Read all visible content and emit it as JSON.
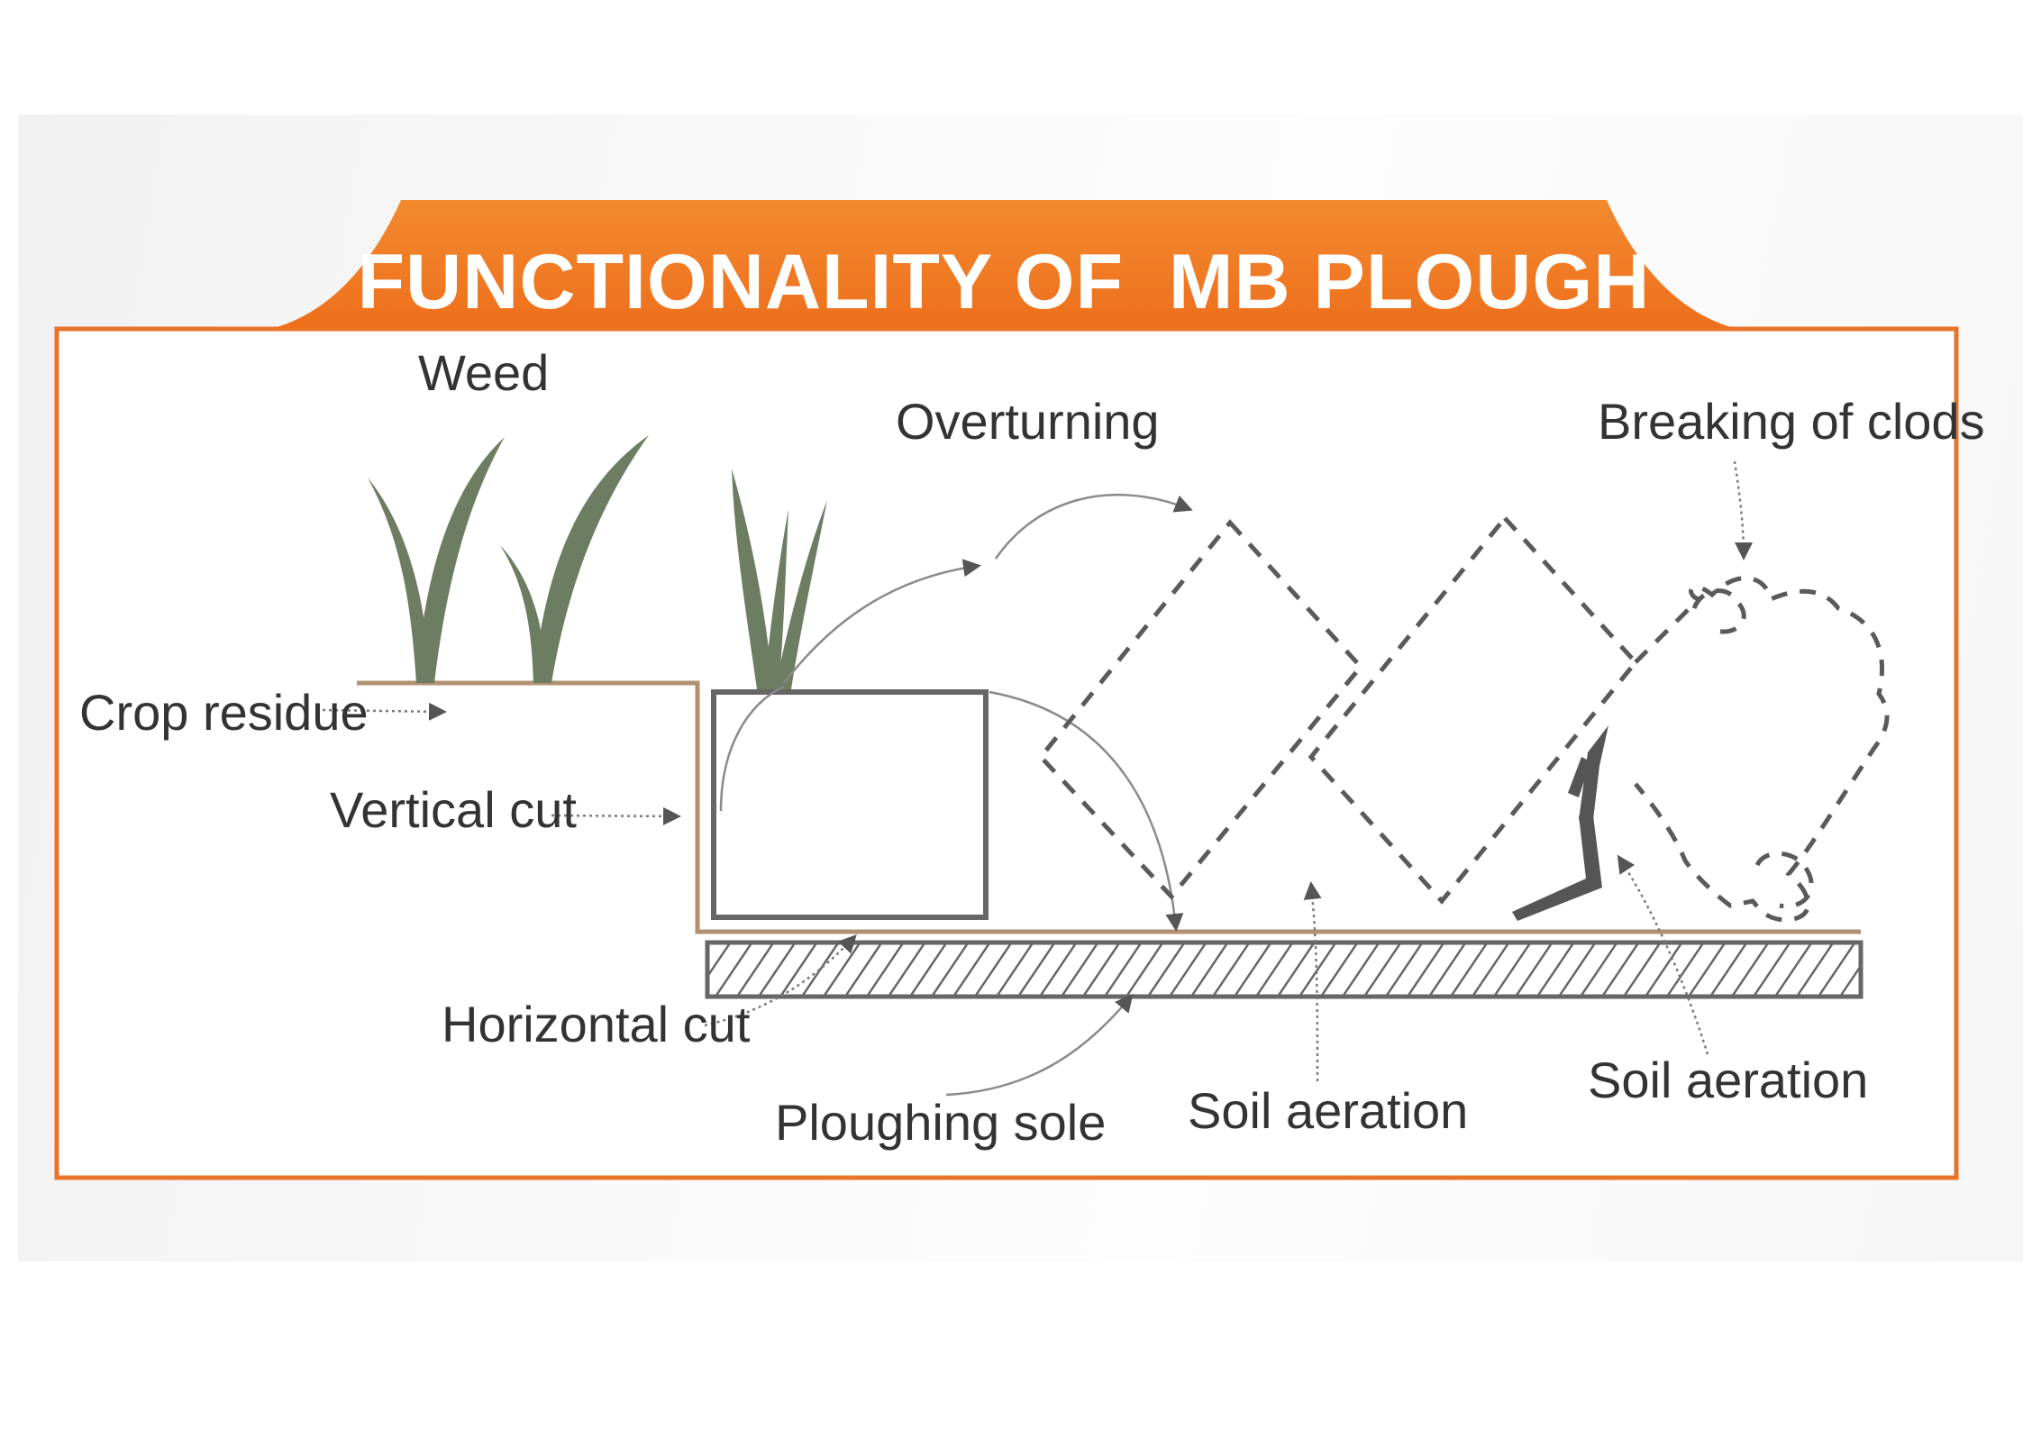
{
  "title": "FUNCTIONALITY OF  MB PLOUGH",
  "labels": {
    "weed": "Weed",
    "overturning": "Overturning",
    "breaking_of_clods": "Breaking of clods",
    "crop_residue": "Crop residue",
    "vertical_cut": "Vertical cut",
    "horizontal_cut": "Horizontal cut",
    "ploughing_sole": "Ploughing sole",
    "soil_aeration_1": "Soil aeration",
    "soil_aeration_2": "Soil aeration"
  },
  "colors": {
    "accent_orange": "#f07a22",
    "accent_orange_light": "#f59a3e",
    "frame_border": "#e8742a",
    "weed_green": "#6d7d62",
    "line_gray": "#5a5a5a",
    "soil_line": "#b09070"
  }
}
